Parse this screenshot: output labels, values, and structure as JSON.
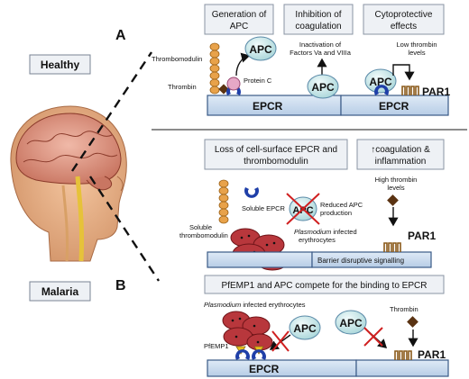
{
  "panel_a": {
    "letter": "A",
    "condition": "Healthy",
    "headers": {
      "generation": [
        "Generation of",
        "APC"
      ],
      "inhibition": [
        "Inhibition of",
        "coagulation"
      ],
      "cytoprotective": [
        "Cytoprotective",
        "effects"
      ]
    },
    "labels": {
      "thrombomodulin": "Thrombomodulin",
      "thrombin": "Thrombin",
      "protein_c": "Protein C",
      "inactivation": [
        "Inactivation of",
        "Factors Va and VIIIa"
      ],
      "low_thrombin": [
        "Low thrombin",
        "levels"
      ],
      "par1": "PAR1",
      "epcr_left": "EPCR",
      "epcr_right": "EPCR",
      "apc1": "APC",
      "apc2": "APC",
      "apc3": "APC"
    }
  },
  "panel_b": {
    "letter": "B",
    "condition": "Malaria",
    "headers": {
      "loss": [
        "Loss of cell-surface EPCR and",
        "thrombomodulin"
      ],
      "coag": [
        "↑coagulation &",
        "inflammation"
      ],
      "compete": "PfEMP1 and APC compete for the binding to EPCR"
    },
    "labels": {
      "soluble_epcr": "Soluble EPCR",
      "soluble_tm": [
        "Soluble",
        "thrombomodulin"
      ],
      "reduced_apc": [
        "Reduced APC",
        "production"
      ],
      "plasmodium_1": [
        "Plasmodium",
        " infected",
        "erythrocytes"
      ],
      "high_thrombin": [
        "High thrombin",
        "levels"
      ],
      "par1_top": "PAR1",
      "barrier": "Barrier disruptive signalling",
      "plasmodium_2": [
        "Plasmodium",
        " infected erythrocytes"
      ],
      "thrombin": "Thrombin",
      "pfemp1": "PfEMP1",
      "epcr": "EPCR",
      "par1_bottom": "PAR1",
      "apc_crossed": "APC",
      "apc_a": "APC",
      "apc_b": "APC"
    }
  },
  "colors": {
    "membrane": "#c9dcef",
    "apc": "#cfe9ea",
    "epcr_receptor": "#1f3fa8",
    "red_cross": "#d02020",
    "erythrocyte": "#b8373c",
    "thrombin": "#5a3312",
    "bead": "#e8a24a"
  },
  "icons": [
    "brain-anatomy-illustration",
    "red-x-block-icon",
    "arrow-icon"
  ]
}
